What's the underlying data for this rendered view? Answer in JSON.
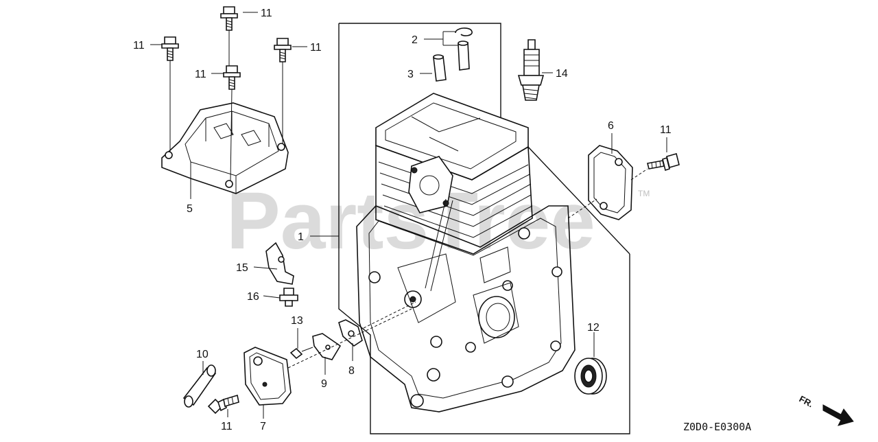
{
  "watermark": {
    "text": "PartsTree",
    "tm": "TM"
  },
  "diagram_code": "Z0D0-E0300A",
  "direction_label": "FR.",
  "callouts": {
    "c1": "1",
    "c2": "2",
    "c3": "3",
    "c5": "5",
    "c6": "6",
    "c7": "7",
    "c8": "8",
    "c9": "9",
    "c10": "10",
    "c11a": "11",
    "c11b": "11",
    "c11c": "11",
    "c11d": "11",
    "c11e": "11",
    "c11f": "11",
    "c12": "12",
    "c13": "13",
    "c14": "14",
    "c15": "15",
    "c16": "16"
  }
}
